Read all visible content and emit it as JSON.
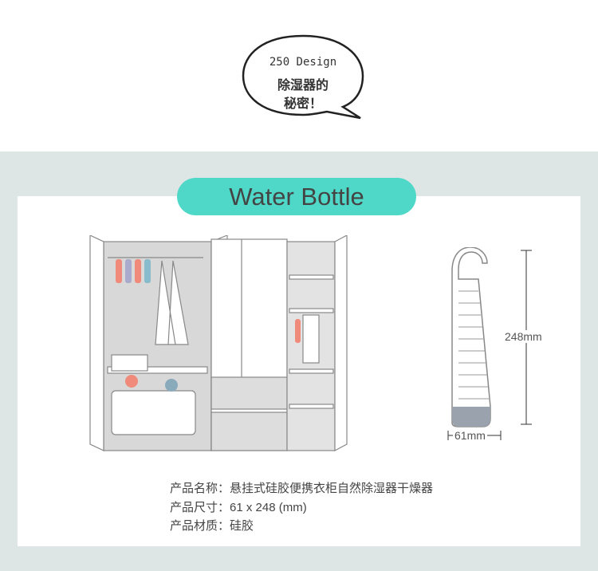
{
  "bubble": {
    "line1": "250 Design",
    "line2": "除湿器的",
    "line3": "秘密！"
  },
  "title": "Water Bottle",
  "specs": [
    {
      "label": "产品名称：",
      "value": "悬挂式硅胶便携衣柜自然除湿器干燥器"
    },
    {
      "label": "产品尺寸：",
      "value": "61 x 248 (mm)"
    },
    {
      "label": "产品材质：",
      "value": "硅胶"
    }
  ],
  "dimensions": {
    "height": "248mm",
    "width": "61mm"
  },
  "colors": {
    "accent": "#4fd8c8",
    "band": "#dde6e4"
  }
}
